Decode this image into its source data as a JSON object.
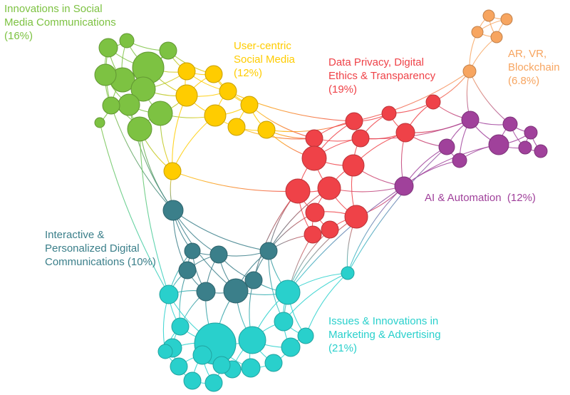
{
  "colors": {
    "green": "#7dc242",
    "yellow": "#ffcc00",
    "red": "#ef4248",
    "orange": "#f7a560",
    "purple": "#a0419b",
    "teal": "#3b7f8a",
    "cyan": "#29d0cc"
  },
  "clusters": [
    {
      "id": "green",
      "color_key": "green",
      "lines": [
        "Innovations in Social",
        "Media Communications",
        "(16%)"
      ],
      "share_percent": 16
    },
    {
      "id": "yellow",
      "color_key": "yellow",
      "lines": [
        "User-centric",
        "Social Media",
        "(12%)"
      ],
      "share_percent": 12
    },
    {
      "id": "red",
      "color_key": "red",
      "lines": [
        "Data Privacy, Digital",
        "Ethics & Transparency",
        "(19%)"
      ],
      "share_percent": 19
    },
    {
      "id": "orange",
      "color_key": "orange",
      "lines": [
        "AR, VR,",
        "Blockchain",
        "(6.8%)"
      ],
      "share_percent": 6.8
    },
    {
      "id": "purple",
      "color_key": "purple",
      "lines": [
        "AI & Automation  (12%)"
      ],
      "share_percent": 12
    },
    {
      "id": "teal",
      "color_key": "teal",
      "lines": [
        "Interactive &",
        "Personalized Digital",
        "Communications (10%)"
      ],
      "share_percent": 10
    },
    {
      "id": "cyan",
      "color_key": "cyan",
      "lines": [
        "Issues & Innovations in",
        "Marketing & Advertising",
        "(21%)"
      ],
      "share_percent": 21
    }
  ]
}
